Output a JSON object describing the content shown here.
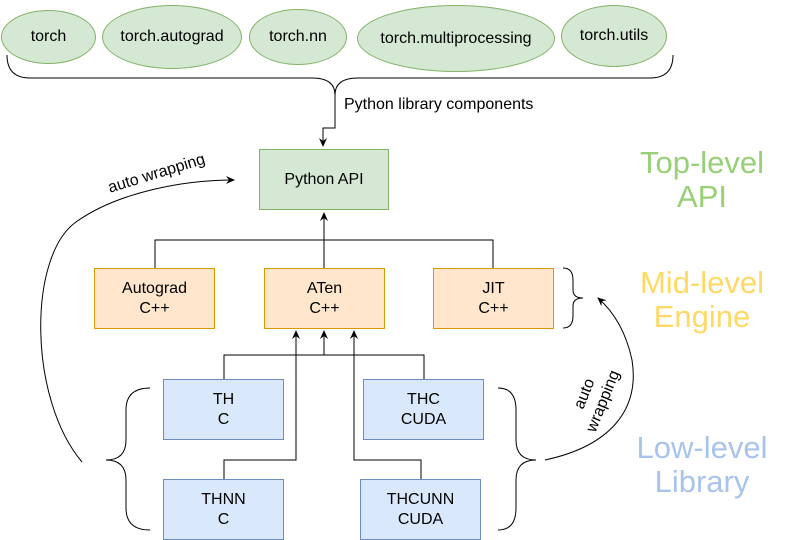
{
  "modules": [
    "torch",
    "torch.autograd",
    "torch.nn",
    "torch.multiprocessing",
    "torch.utils"
  ],
  "python_components_label": "Python library components",
  "python_api": "Python API",
  "auto_wrapping_left": "auto wrapping",
  "auto_wrapping_right": [
    "auto",
    "wrapping"
  ],
  "mid_nodes": {
    "autograd": [
      "Autograd",
      "C++"
    ],
    "aten": [
      "ATen",
      "C++"
    ],
    "jit": [
      "JIT",
      "C++"
    ]
  },
  "low_nodes": {
    "th": [
      "TH",
      "C"
    ],
    "thc": [
      "THC",
      "CUDA"
    ],
    "thnn": [
      "THNN",
      "C"
    ],
    "thcunn": [
      "THCUNN",
      "CUDA"
    ]
  },
  "levels": {
    "top": [
      "Top-level",
      "API"
    ],
    "mid": [
      "Mid-level",
      "Engine"
    ],
    "low": [
      "Low-level",
      "Library"
    ]
  },
  "colors": {
    "green_fill": "#d5e8d4",
    "green_stroke": "#82b366",
    "green_text": "#97d077",
    "orange_fill": "#ffe6cc",
    "orange_stroke": "#d79b00",
    "orange_text": "#ffd966",
    "blue_fill": "#dae8fc",
    "blue_stroke": "#6c8ebf",
    "blue_text": "#a9c4eb"
  }
}
